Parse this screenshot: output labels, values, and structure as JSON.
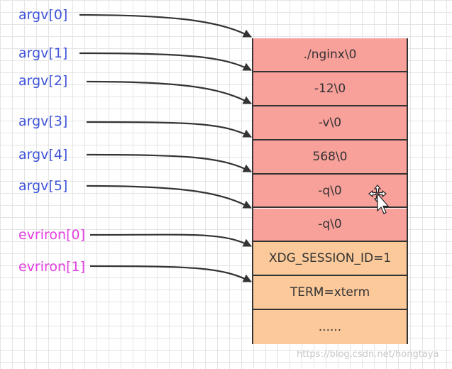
{
  "pointers": [
    {
      "label": "argv[0]",
      "kind": "argv",
      "target_cell": 0
    },
    {
      "label": "argv[1]",
      "kind": "argv",
      "target_cell": 1
    },
    {
      "label": "argv[2]",
      "kind": "argv",
      "target_cell": 2
    },
    {
      "label": "argv[3]",
      "kind": "argv",
      "target_cell": 3
    },
    {
      "label": "argv[4]",
      "kind": "argv",
      "target_cell": 4
    },
    {
      "label": "argv[5]",
      "kind": "argv",
      "target_cell": 5
    },
    {
      "label": "evriron[0]",
      "kind": "env",
      "target_cell": 6
    },
    {
      "label": "evriron[1]",
      "kind": "env",
      "target_cell": 7
    }
  ],
  "cells": [
    {
      "text": "./nginx\\0",
      "kind": "argv"
    },
    {
      "text": "-12\\0",
      "kind": "argv"
    },
    {
      "text": "-v\\0",
      "kind": "argv"
    },
    {
      "text": "568\\0",
      "kind": "argv"
    },
    {
      "text": "-q\\0",
      "kind": "argv"
    },
    {
      "text": "-q\\0",
      "kind": "argv"
    },
    {
      "text": "XDG_SESSION_ID=1",
      "kind": "env"
    },
    {
      "text": "TERM=xterm",
      "kind": "env"
    },
    {
      "text": "......",
      "kind": "env"
    }
  ],
  "colors": {
    "argv_label": "#3c52d8",
    "env_label": "#e33ee0",
    "argv_cell": "#f8a09a",
    "env_cell": "#fbc99a",
    "arrow": "#333333"
  },
  "icons": [
    "move-cursor-icon"
  ],
  "watermark": "https://blog.csdn.net/hongtaya"
}
